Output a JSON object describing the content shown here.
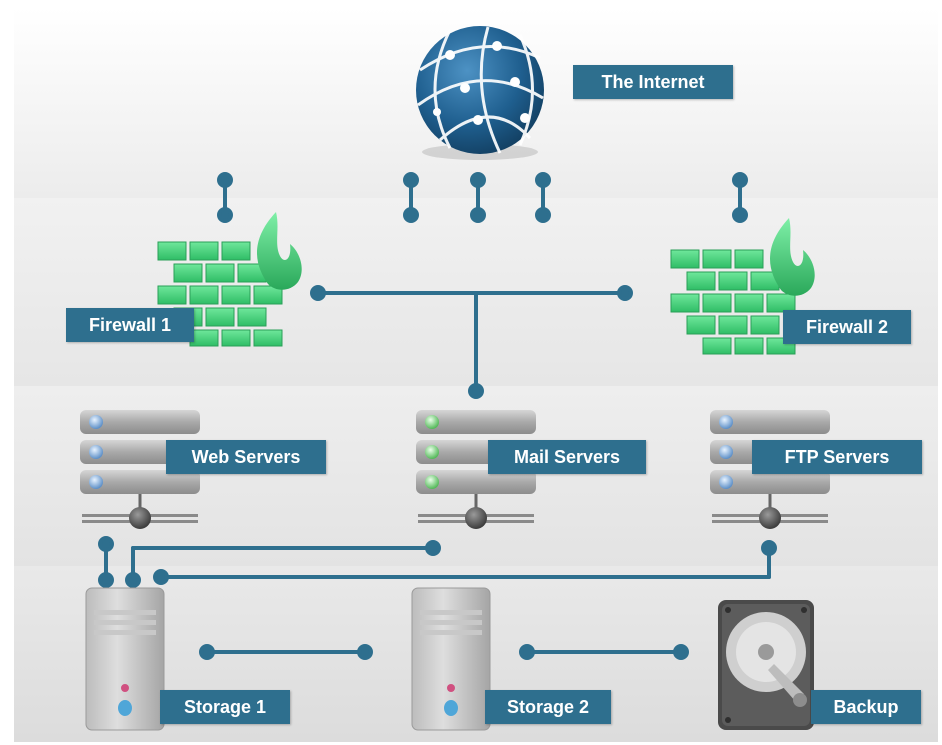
{
  "colors": {
    "connector": "#2e6f8e",
    "label_bg": "#2e6f8e",
    "firewall_green": "#3fd37a",
    "globe_blue": "#1f5f8f"
  },
  "nodes": {
    "internet": {
      "label": "The Internet",
      "icon": "globe-icon"
    },
    "firewall_1": {
      "label": "Firewall 1",
      "icon": "firewall-icon"
    },
    "firewall_2": {
      "label": "Firewall 2",
      "icon": "firewall-icon"
    },
    "web_servers": {
      "label": "Web Servers",
      "icon": "server-rack-icon"
    },
    "mail_servers": {
      "label": "Mail Servers",
      "icon": "server-rack-icon"
    },
    "ftp_servers": {
      "label": "FTP Servers",
      "icon": "server-rack-icon"
    },
    "storage_1": {
      "label": "Storage 1",
      "icon": "tower-server-icon"
    },
    "storage_2": {
      "label": "Storage 2",
      "icon": "tower-server-icon"
    },
    "backup": {
      "label": "Backup",
      "icon": "hard-drive-icon"
    }
  }
}
